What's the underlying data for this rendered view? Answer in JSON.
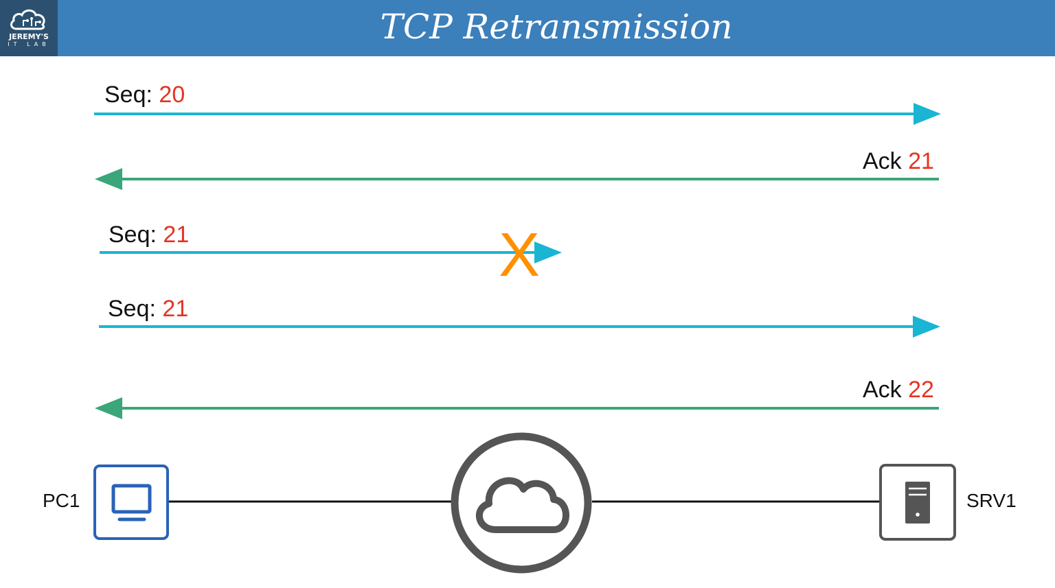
{
  "header": {
    "title": "TCP Retransmission",
    "logo_line1": "JEREMY'S",
    "logo_line2": "IT LAB",
    "bg_color": "#3b7fbb",
    "logo_bg_color": "#2c5170"
  },
  "messages": [
    {
      "label": "Seq:",
      "number": "20",
      "direction": "right",
      "color": "#1ab5d3",
      "lost": false
    },
    {
      "label": "Ack",
      "number": "21",
      "direction": "left",
      "color": "#3aa679",
      "lost": false
    },
    {
      "label": "Seq:",
      "number": "21",
      "direction": "right",
      "color": "#1ab5d3",
      "lost": true
    },
    {
      "label": "Seq:",
      "number": "21",
      "direction": "right",
      "color": "#1ab5d3",
      "lost": false
    },
    {
      "label": "Ack",
      "number": "22",
      "direction": "left",
      "color": "#3aa679",
      "lost": false
    }
  ],
  "lost_marker": {
    "text": "X",
    "color": "#ff9000"
  },
  "devices": {
    "left": {
      "label": "PC1",
      "icon": "pc-icon",
      "color": "#2a62b8"
    },
    "middle": {
      "icon": "cloud-icon",
      "color": "#555555"
    },
    "right": {
      "label": "SRV1",
      "icon": "server-icon",
      "color": "#555555"
    }
  },
  "colors": {
    "number": "#e63322",
    "link": "#111111"
  }
}
